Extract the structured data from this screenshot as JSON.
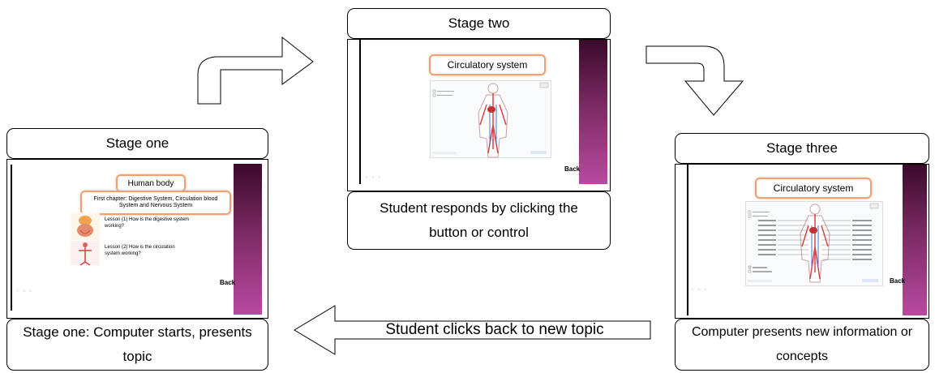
{
  "stage_one": {
    "title": "Stage one",
    "caption": "Stage one: Computer starts, presents topic",
    "slide": {
      "title": "Human body",
      "chapter": "First chapter: Digestive System, Circulation blood System and Nervous System",
      "lesson1": "Lesson (1) How is the digestive system working?",
      "lesson2": "Lesson (2) How is the circulation system working?",
      "back": "Back"
    }
  },
  "stage_two": {
    "title": "Stage two",
    "caption": "Student responds by clicking the button or control",
    "slide": {
      "title": "Circulatory system",
      "back": "Back"
    }
  },
  "stage_three": {
    "title": "Stage three",
    "caption": "Computer presents new information or concepts",
    "slide": {
      "title": "Circulatory system",
      "back": "Back"
    }
  },
  "feedback_arrow": {
    "label": "Student clicks back to new topic"
  }
}
